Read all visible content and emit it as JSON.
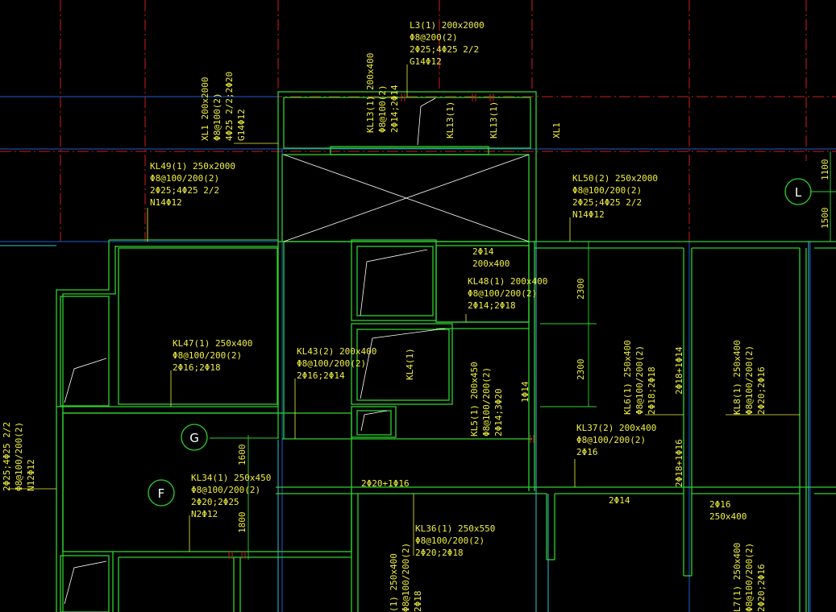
{
  "colors": {
    "background": "#000000",
    "axis_line": "#d21c1c",
    "wall": "#2ed12e",
    "beam_text": "#f0f040",
    "grid": "#1d5bd8",
    "cyan": "#35c6d9",
    "white": "#ffffff"
  },
  "axes": {
    "L": "L",
    "G": "G",
    "F": "F"
  },
  "dims": {
    "d_1100": "1100",
    "d_1500": "1500",
    "d_2300a": "2300",
    "d_2300b": "2300",
    "d_1600": "1600",
    "d_1800": "1800"
  },
  "labels": {
    "l3": [
      "L3(1) 200x2000",
      "Φ8@200(2)",
      "2Φ25;4Φ25 2/2",
      "G14Φ12"
    ],
    "xl1_left": [
      "XL1 200x2000",
      "Φ8@100(2)",
      "4Φ25 2/2;2Φ20",
      "G14Φ12"
    ],
    "xl1_right": [
      "XL1"
    ],
    "kl13": [
      "KL13(1) 200x400",
      "Φ8@100(2)",
      "2Φ14;2Φ14"
    ],
    "kl13b": [
      "KL13(1)"
    ],
    "kl13c": [
      "KL13(1)"
    ],
    "kl49": [
      "KL49(1) 250x2000",
      "Φ8@100/200(2)",
      "2Φ25;4Φ25 2/2",
      "N14Φ12"
    ],
    "kl50": [
      "KL50(2) 250x2000",
      "Φ8@100/200(2)",
      "2Φ25;4Φ25 2/2",
      "N14Φ12"
    ],
    "kl48": [
      "KL48(1) 200x400",
      "Φ8@100/200(2)",
      "2Φ14;2Φ18"
    ],
    "span_200x400": [
      "2Φ14",
      "200x400"
    ],
    "kl47": [
      "KL47(1) 250x400",
      "Φ8@100/200(2)",
      "2Φ16;2Φ18"
    ],
    "kl43": [
      "KL43(2) 200x400",
      "Φ8@100/200(2)",
      "2Φ16;2Φ14"
    ],
    "kl4": [
      "KL4(1)"
    ],
    "kl5": [
      "KL5(1) 200x450",
      "Φ8@100/200(2)",
      "2Φ14;3Φ20"
    ],
    "b_1014": [
      "1Φ14"
    ],
    "kl6": [
      "KL6(1) 250x400",
      "Φ8@100/200(2)",
      "2Φ18;2Φ18"
    ],
    "kl6_top": [
      "2Φ18+1Φ14"
    ],
    "kl8": [
      "KL8(1) 250x400",
      "Φ8@100/200(2)",
      "2Φ20;2Φ16"
    ],
    "kl37": [
      "KL37(2) 200x400",
      "Φ8@100/200(2)",
      "2Φ16"
    ],
    "v_2018": [
      "2Φ18+1Φ16"
    ],
    "kl34": [
      "KL34(1) 250x450",
      "Φ8@100/200(2)",
      "2Φ20;2Φ25",
      "N2Φ12"
    ],
    "top_2020": [
      "2Φ20+1Φ16"
    ],
    "top_2014": [
      "2Φ14"
    ],
    "kl36": [
      "KL36(1) 250x550",
      "Φ8@100/200(2)",
      "2Φ20;2Φ18"
    ],
    "r_250x400": [
      "2Φ16",
      "250x400"
    ],
    "left_edge": [
      "2Φ25;4Φ25 2/2",
      "Φ8@100/200(2)",
      "N12Φ12"
    ],
    "bottom_kl": [
      "(1) 250x400",
      "Φ8@100/200(2)",
      "2Φ18"
    ],
    "l7": [
      "L7(1) 250x400",
      "Φ8@100/200(2)",
      "2Φ20;2Φ16"
    ]
  }
}
